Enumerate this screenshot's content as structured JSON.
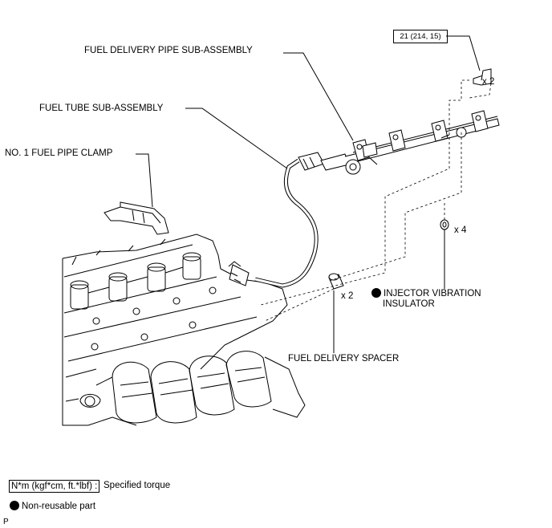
{
  "callouts": {
    "fuel_delivery_pipe": "FUEL DELIVERY PIPE SUB-ASSEMBLY",
    "fuel_tube": "FUEL TUBE SUB-ASSEMBLY",
    "fuel_pipe_clamp": "NO. 1 FUEL PIPE CLAMP",
    "injector_insulator_line1": "INJECTOR VIBRATION",
    "injector_insulator_line2": "INSULATOR",
    "fuel_delivery_spacer": "FUEL DELIVERY SPACER"
  },
  "torque_spec": "21 (214, 15)",
  "quantities": {
    "bolt": "x 2",
    "insulator": "x 4",
    "spacer": "x 2"
  },
  "legend": {
    "torque_box": "N*m (kgf*cm, ft.*lbf) :",
    "torque_text": "Specified torque",
    "non_reusable": "Non-reusable part"
  },
  "corner_code": "P",
  "icons": {
    "non_reusable_marker": "filled-circle-icon"
  },
  "colors": {
    "line": "#000000",
    "background": "#ffffff"
  }
}
